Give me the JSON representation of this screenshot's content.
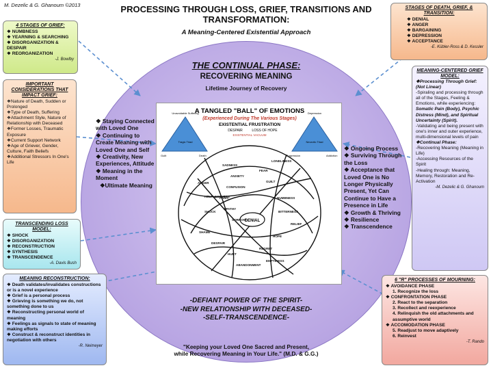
{
  "credit": "M. Dezelic & G. Ghanoum ©2013",
  "title": "PROCESSING THROUGH LOSS, GRIEF, TRANSITIONS AND TRANSFORMATION:",
  "subtitle": "A Meaning-Centered Existential Approach",
  "four_stages": {
    "title": "4 STAGES OF GRIEF:",
    "items": [
      "NUMBNESS",
      "YEARNING & SEARCHING",
      "DISORGANIZATION & DESPAIR",
      "REORGANIZATION"
    ],
    "author": "-J. Bowlby"
  },
  "stages_death": {
    "title": "STAGES OF DEATH, GRIEF, & TRANSITION:",
    "items": [
      "DENIAL",
      "ANGER",
      "BARGAINING",
      "DEPRESSION",
      "ACCEPTANCE"
    ],
    "author": "-E. Kübler-Ross & D. Kessler"
  },
  "considerations": {
    "title": "IMPORTANT CONSIDERATIONS THAT IMPACT GRIEF:",
    "items": [
      "❖Nature of Death, Sudden or Prolonged",
      "❖Type of Death, Suffering",
      "❖Attachment Style, Nature of Relationship with Deceased",
      "❖Former Losses, Traumatic Exposure",
      "❖Current Support Network",
      "❖Age of Griever, Gender, Culture, Faith Beliefs",
      "❖Additional Stressors In One's Life"
    ]
  },
  "meaning_model": {
    "title": "MEANING-CENTERED GRIEF MODEL:",
    "heading": "❖Processing Through Grief: (Not Linear)",
    "lines": [
      "-Spiraling and processing through all of the Stages, Feeling & Emotions, while experiencing:",
      "Somatic Pain (Body), Psychic Distress (Mind), and Spiritual Uncertainty (Spirit).",
      "-Validating and being present with one's inner and outer experience, multi-dimensional levels of pain",
      "❖Continual Phase:",
      "-Recovering Meaning (Meaning in Life)",
      "-Accessing Resources of the Spirit",
      "-Healing through: Meaning, Memory, Restoration and Re-Activation"
    ],
    "author": "-M. Dezelic & G. Ghanoum"
  },
  "transcending": {
    "title": "TRANSCENDING LOSS MODEL:",
    "items": [
      "SHOCK",
      "DISORGANIZATION",
      "RECONSTRUCTION",
      "SYNTHESIS",
      "TRANSCENDENCE"
    ],
    "author": "-A. Davis Bush"
  },
  "reconstruction": {
    "title": "MEANING RECONSTRUCTION:",
    "items": [
      "Death validates/invalidates constructions or is a novel experience",
      "Grief is a personal process",
      "Grieving is something we do, not something done to us",
      "Reconstructing personal world of meaning",
      "Feelings as signals to state of meaning making efforts",
      "Construct & reconstruct identities in negotiation with others"
    ],
    "author": "-R. Neimeyer"
  },
  "six_r": {
    "title": "6 \"R\" PROCESSES OF MOURNING:",
    "items": [
      "AVOIDANCE PHASE",
      "1. Recognize the loss",
      "CONFRONTATION PHASE",
      "2. React to the separation",
      "3. Recollect and reexperience",
      "4. Relinquish the old attachments and assumptive world",
      "ACCOMODATION PHASE",
      "5. Readjust to move adaptively",
      "6. Reinvest"
    ],
    "author": "-T. Rando"
  },
  "continual": {
    "title": "THE CONTINUAL PHASE:",
    "subtitle": "RECOVERING MEANING",
    "subtitle2": "Lifetime Journey of Recovery"
  },
  "left_list": [
    "❖ Staying Connected with Loved One",
    "❖ Continuing to Create Meaning with Loved One and Self",
    "❖ Creativity, New Experiences, Attitude",
    "❖ Meaning in the Moment",
    "❖Ultimate Meaning"
  ],
  "right_list": [
    "❖ Ongoing Process",
    "❖ Surviving Through the Loss",
    "❖ Acceptance that Loved One is No Longer Physically Present, Yet Can Continue to Have a Presence in Life",
    "❖ Growth & Thriving",
    "❖ Resilience",
    "❖ Transcendence"
  ],
  "tangled": {
    "title": "A TANGLED \"BALL\" OF EMOTIONS",
    "subtitle": "(Experienced During The Various Stages)",
    "line1": "EXISTENTIAL FRUSTRATION",
    "line2a": "DESPAIR",
    "line2b": "LOSS OF HOPE",
    "line3": "EXISTENTIAL VACUUM",
    "tri_left_top": "Unavoidable Suffering",
    "tri_left_mid": "Tragic Triad",
    "tri_left_guilt": "Guilt",
    "tri_left_death": "Death",
    "tri_right_top": "Depression",
    "tri_right_mid": "Neurotic Triad",
    "tri_right_aggr": "Aggression",
    "tri_right_add": "Addiction",
    "center_word": "DENIAL",
    "emotions": [
      "SADNESS",
      "ANXIETY",
      "CONFUSION",
      "PANIC",
      "ANGER",
      "FEAR",
      "GUILT",
      "LONELINESS",
      "SHOCK",
      "APATHY",
      "NUMBNESS",
      "SORROW",
      "BITTERNESS",
      "RELIEF",
      "SHAME",
      "DESPAIR",
      "HOPE",
      "HURT",
      "REGRET",
      "ABANDONMENT",
      "EMPTINESS",
      "HELPLESSNESS"
    ]
  },
  "defiant": [
    "-DEFIANT POWER OF THE SPIRIT-",
    "-NEW RELATIONSHIP WITH DECEASED-",
    "-SELF-TRANSCENDENCE-"
  ],
  "quote": [
    "\"Keeping your Loved One Sacred and Present,",
    "while Recovering Meaning in Your Life.\" (M.D. & G.G.)"
  ]
}
